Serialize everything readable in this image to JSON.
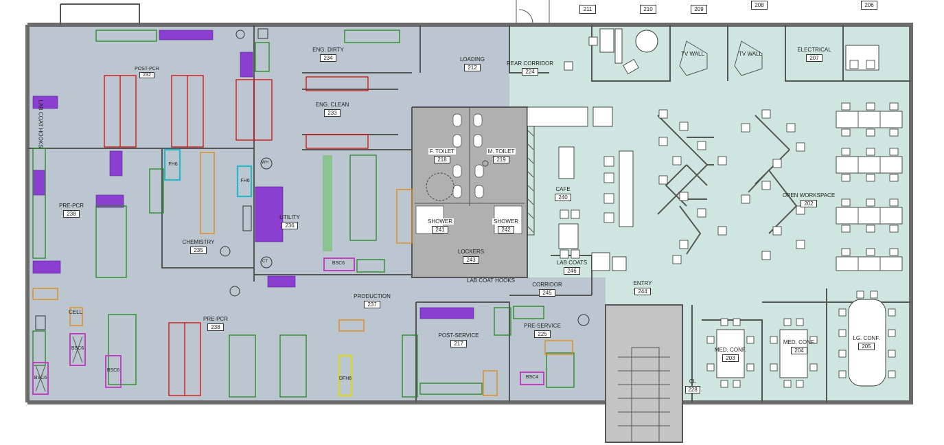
{
  "colors": {
    "lab_zone": "#bcc6d0",
    "office_zone": "#cfe6e0",
    "restroom_zone": "#b0b0b0",
    "stair_zone": "#c4c4c4",
    "bench_green": "#2e8b2e",
    "bench_red": "#d01818",
    "bench_orange": "#e08a1e",
    "storage_purple": "#8a3fd0",
    "bsc_magenta": "#c040c0",
    "fume_hood_cyan": "#28b8c8",
    "dfh_yellow": "#d8d820"
  },
  "top_labels": {
    "r211": "211",
    "r210": "210",
    "r209": "209",
    "r208": "208",
    "r206": "206"
  },
  "rooms": {
    "post_pcr": {
      "name": "POST-PCR",
      "number": "232"
    },
    "eng_dirty": {
      "name": "ENG. DIRTY",
      "number": "234"
    },
    "loading": {
      "name": "LOADING",
      "number": "212"
    },
    "rear_corridor": {
      "name": "REAR CORRIDOR",
      "number": "224"
    },
    "electrical": {
      "name": "ELECTRICAL",
      "number": "207"
    },
    "eng_clean": {
      "name": "ENG. CLEAN",
      "number": "233"
    },
    "f_toilet": {
      "name": "F. TOILET",
      "number": "218"
    },
    "m_toilet": {
      "name": "M. TOILET",
      "number": "219"
    },
    "cafe": {
      "name": "CAFE",
      "number": "240"
    },
    "open_workspace": {
      "name": "OPEN WORKSPACE",
      "number": "202"
    },
    "pre_pcr_left": {
      "name": "PRE-PCR",
      "number": "238"
    },
    "utility": {
      "name": "UTILITY",
      "number": "236"
    },
    "chemistry": {
      "name": "CHEMISTRY",
      "number": "235"
    },
    "shower_f": {
      "name": "SHOWER",
      "number": "241"
    },
    "shower_m": {
      "name": "SHOWER",
      "number": "242"
    },
    "lockers": {
      "name": "LOCKERS",
      "number": "243"
    },
    "lab_coats": {
      "name": "LAB COATS",
      "number": "246"
    },
    "production": {
      "name": "PRODUCTION",
      "number": "237"
    },
    "corridor": {
      "name": "CORRIDOR",
      "number": "245"
    },
    "entry": {
      "name": "ENTRY",
      "number": "244"
    },
    "pre_pcr_bottom": {
      "name": "PRE-PCR",
      "number": "238"
    },
    "post_service": {
      "name": "POST-SERVICE",
      "number": "217"
    },
    "pre_service": {
      "name": "PRE-SERVICE",
      "number": "225"
    },
    "med_conf_203": {
      "name": "MED. CONF.",
      "number": "203"
    },
    "med_conf_204": {
      "name": "MED. CONF.",
      "number": "204"
    },
    "lg_conf": {
      "name": "LG. CONF.",
      "number": "205"
    },
    "cl": {
      "name": "CL",
      "number": "228"
    }
  },
  "annotations": {
    "lab_coat_hooks_vertical": "LAB COAT HOOKS",
    "lab_coat_hooks_horizontal": "LAB COAT HOOKS",
    "tv_wall_1": "TV WALL",
    "tv_wall_2": "TV WALL",
    "cell": "CELL",
    "wh": "WH",
    "ct": "CT"
  },
  "equipment": {
    "fh1": "FH6",
    "fh2": "FH6",
    "bsc_prod": "BSC6",
    "bsc_a": "BSC6",
    "bsc_b": "BSC6",
    "bsc_c": "BSC6",
    "bsc_service": "BSC4",
    "dfh": "DFH6"
  }
}
